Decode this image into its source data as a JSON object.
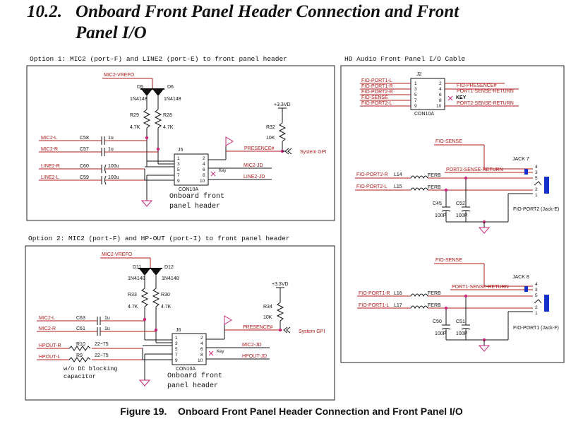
{
  "section": {
    "number": "10.2.",
    "title_line1": "Onboard Front Panel Header Connection and Front",
    "title_line2": "Panel I/O"
  },
  "option1": {
    "title": "Option 1: MIC2 (port-F) and LINE2 (port-E) to front panel header",
    "vrefo": "MIC2-VREFO",
    "d_left": "D5",
    "d_right": "D6",
    "d_part": "1N4148",
    "vcc": "+3.3VD",
    "r_left": "R29",
    "r_right": "R28",
    "r_val": "4.7K",
    "r_pull": "R32",
    "r_pull_val": "10K",
    "in1": "MIC2-L",
    "in2": "MIC2-R",
    "in3": "LINE2-R",
    "in4": "LINE2-L",
    "c1": "C58",
    "c2": "C57",
    "c3": "C60",
    "c4": "C59",
    "c_small": "1u",
    "c_big": "100u",
    "conn": "J5",
    "conn_part": "CON10A",
    "presence": "PRESENCE#",
    "sysgpi": "System GPI",
    "out1": "MIC2-JD",
    "out2": "LINE2-JD",
    "key": "Key",
    "panel1": "Onboard front",
    "panel2": "panel header"
  },
  "option2": {
    "title": "Option 2: MIC2 (port-F) and HP-OUT (port-I) to front panel header",
    "vrefo": "MIC2-VREFO",
    "d_left": "D11",
    "d_right": "D12",
    "d_part": "1N4148",
    "vcc": "+3.3VD",
    "r_left": "R33",
    "r_right": "R30",
    "r_val": "4.7K",
    "r_pull": "R34",
    "r_pull_val": "10K",
    "in1": "MIC2-L",
    "in2": "MIC2-R",
    "in3": "HPOUT-R",
    "in4": "HPOUT-L",
    "c1": "C63",
    "c2": "C61",
    "c_small": "1u",
    "r3": "R10",
    "r4": "R9",
    "r_series": "22~75",
    "conn": "J6",
    "conn_part": "CON10A",
    "presence": "PRESENCE#",
    "sysgpi": "System GPI",
    "out1": "MIC2-JD",
    "out2": "HPOUT-JD",
    "key": "Key",
    "note1": "w/o DC blocking",
    "note2": "capacitor",
    "panel1": "Onboard front",
    "panel2": "panel header"
  },
  "cable": {
    "title": "HD Audio Front Panel I/O Cable",
    "conn": "J2",
    "conn_part": "CON10A",
    "left_pins": [
      "FIO-PORT1-L",
      "FIO-PORT1-R",
      "FIO-PORT2-R",
      "FIO-SENSE",
      "FIO-PORT2-L"
    ],
    "right_pins": [
      "FIO-PRESENCE#",
      "PORT1-SENSE-RETURN",
      "KEY",
      "PORT2-SENSE-RETURN"
    ],
    "pin_left_nums": [
      "1",
      "3",
      "5",
      "7",
      "9"
    ],
    "pin_right_nums": [
      "2",
      "4",
      "6",
      "8",
      "10"
    ],
    "jack7": {
      "sense": "FIO-SENSE",
      "name": "JACK 7",
      "ret": "PORT2-SENSE-RETURN",
      "in_r": "FIO-PORT2-R",
      "l_r": "L14",
      "in_l": "FIO-PORT2-L",
      "l_l": "L15",
      "ferb": "FERB",
      "c_a": "C45",
      "c_b": "C52",
      "c_val": "100P",
      "label": "FIO-PORT2 (Jack-E)",
      "pins": [
        "4",
        "3",
        "5",
        "2",
        "1"
      ]
    },
    "jack8": {
      "sense": "FIO-SENSE",
      "name": "JACK 8",
      "ret": "PORT1-SENSE-RETURN",
      "in_r": "FIO-PORT1-R",
      "l_r": "L16",
      "in_l": "FIO-PORT1-L",
      "l_l": "L17",
      "ferb": "FERB",
      "c_a": "C50",
      "c_b": "C51",
      "c_val": "100P",
      "label": "FIO-PORT1 (Jack-F)",
      "pins": [
        "4",
        "3",
        "5",
        "2",
        "1"
      ]
    }
  },
  "figure": {
    "label": "Figure 19.",
    "title": "Onboard Front Panel Header Connection and Front Panel I/O"
  },
  "colors": {
    "wire": "#b01818",
    "ink": "#111111",
    "ground": "#c8287a",
    "frame": "#222222"
  }
}
